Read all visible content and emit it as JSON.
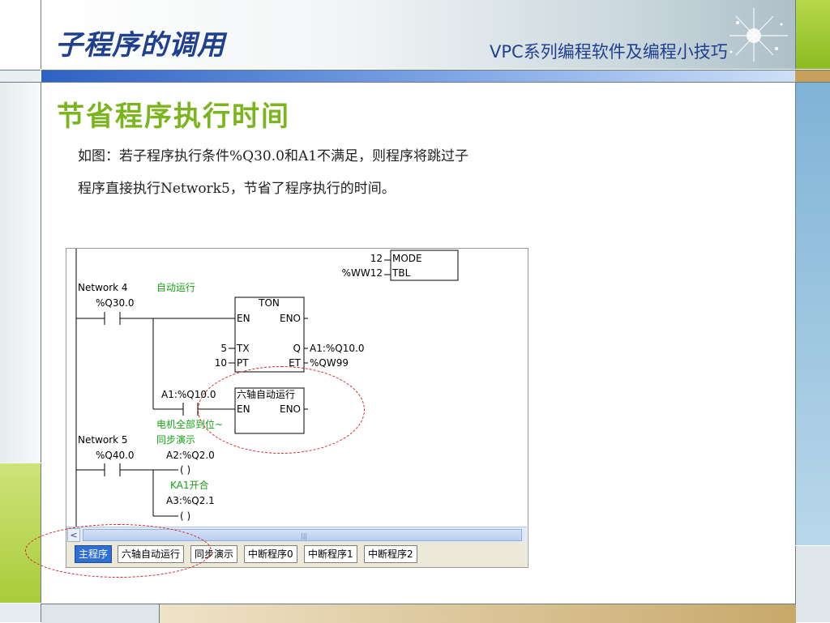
{
  "header": {
    "title": "子程序的调用",
    "subtitle": "VPC系列编程软件及编程小技巧"
  },
  "section": {
    "heading": "节省程序执行时间",
    "body_line_1": "如图：若子程序执行条件%Q30.0和A1不满足，则程序将跳过子",
    "body_line_2": "程序直接执行Network5，节省了程序执行的时间。"
  },
  "ladder": {
    "top_block": {
      "mode_input": "12",
      "mode_pin": "MODE",
      "tbl_input": "%WW12",
      "tbl_pin": "TBL"
    },
    "network4": {
      "label": "Network 4",
      "comment": "自动运行",
      "contact": "%Q30.0",
      "timer": {
        "name": "TON",
        "en": "EN",
        "eno": "ENO",
        "tx_value": "5",
        "tx_pin": "TX",
        "pt_value": "10",
        "pt_pin": "PT",
        "q_pin": "Q",
        "q_output": "A1:%Q10.0",
        "et_pin": "ET",
        "et_output": "%QW99"
      },
      "contact2": "A1:%Q10.0",
      "contact2_comment_1": "电机全部到位~",
      "contact2_comment_2": "同步演示",
      "subroutine": {
        "name": "六轴自动运行",
        "en": "EN",
        "eno": "ENO"
      }
    },
    "network5": {
      "label": "Network 5",
      "contact": "%Q40.0",
      "coil1_address": "A2:%Q2.0",
      "coil1_comment": "KA1开合",
      "coil2_address": "A3:%Q2.1",
      "coil_symbol": "( )"
    },
    "scroll": {
      "left_arrow": "<",
      "grip": "|||"
    },
    "tabs": [
      {
        "label": "主程序",
        "active": true
      },
      {
        "label": "六轴自动运行",
        "active": false
      },
      {
        "label": "同步演示",
        "active": false
      },
      {
        "label": "中断程序0",
        "active": false
      },
      {
        "label": "中断程序1",
        "active": false
      },
      {
        "label": "中断程序2",
        "active": false
      }
    ]
  },
  "colors": {
    "title_blue": "#1f3f8f",
    "heading_green": "#7ab51d",
    "comment_green": "#17a217",
    "tab_active": "#2f6fd1",
    "highlight_red": "#d62020"
  }
}
